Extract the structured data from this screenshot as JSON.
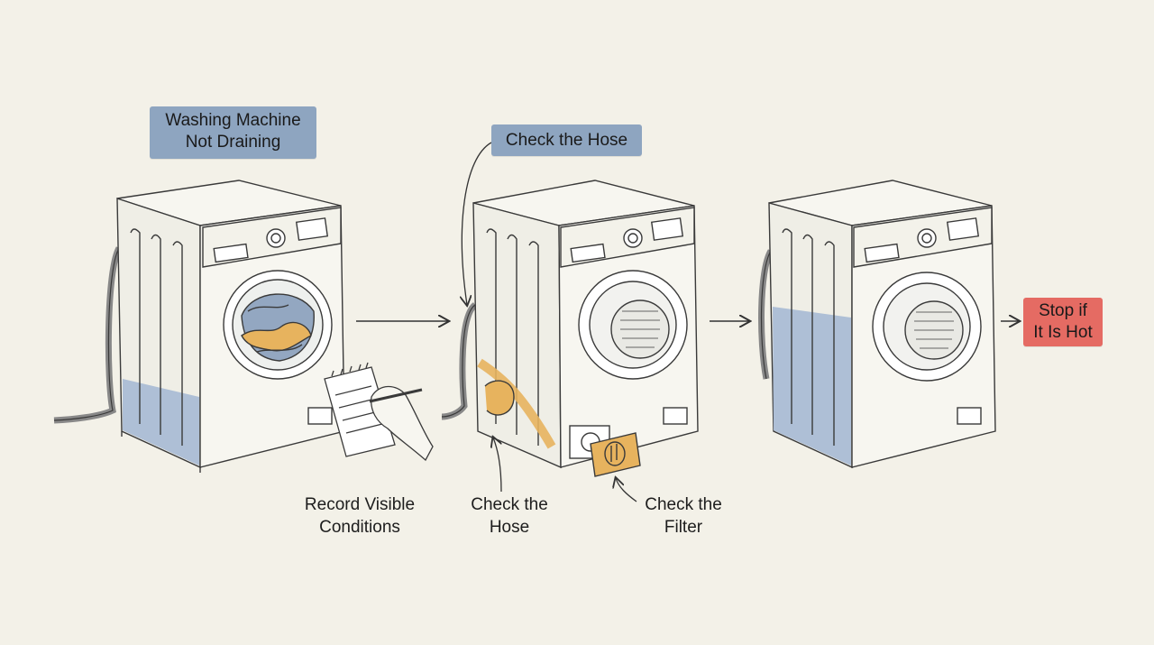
{
  "title_box": {
    "line1": "Washing Machine",
    "line2": "Not Draining",
    "color": "#8ea5c0"
  },
  "hose_box": {
    "text": "Check the Hose",
    "color": "#8ea5c0"
  },
  "stop_box": {
    "line1": "Stop if",
    "line2": "It Is Hot",
    "color": "#e56b63"
  },
  "labels": {
    "record": {
      "line1": "Record Visible",
      "line2": "Conditions"
    },
    "hose": {
      "line1": "Check the",
      "line2": "Hose"
    },
    "filter": {
      "line1": "Check the",
      "line2": "Filter"
    }
  },
  "colors": {
    "background": "#f3f1e8",
    "water": "#aebfd6",
    "highlight_orange": "#e7b35e",
    "ink": "#3a3a3a"
  },
  "machines": [
    {
      "name": "machine-with-laundry",
      "state": "laundry inside, water at bottom"
    },
    {
      "name": "machine-hose-filter",
      "state": "hose and filter highlighted"
    },
    {
      "name": "machine-water-standing",
      "state": "empty drum, water in side"
    }
  ]
}
